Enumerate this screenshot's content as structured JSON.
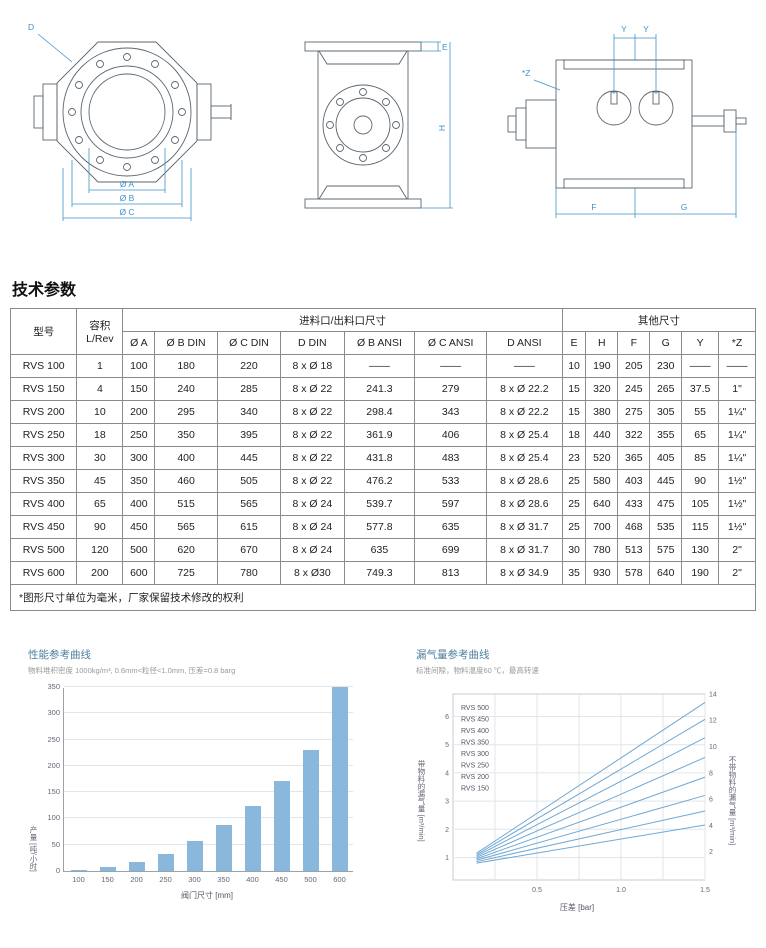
{
  "page": {
    "section_title": "技术参数",
    "table_note": "*图形尺寸单位为毫米，厂家保留技术修改的权利"
  },
  "drawings": {
    "front_view": {
      "label_d": "D",
      "dim_a": "Ø A",
      "dim_b": "Ø B",
      "dim_c": "Ø C"
    },
    "side_view": {
      "dim_e": "E",
      "dim_h": "H"
    },
    "drive_view": {
      "label_z": "*Z",
      "dim_y_left": "Y",
      "dim_y_right": "Y",
      "dim_f": "F",
      "dim_g": "G"
    }
  },
  "table": {
    "headers": {
      "model": "型号",
      "volume_l1": "容积",
      "volume_l2": "L/Rev",
      "group_inlet": "进料口/出料口尺寸",
      "group_other": "其他尺寸",
      "columns": [
        "Ø A",
        "Ø B DIN",
        "Ø C DIN",
        "D DIN",
        "Ø B ANSI",
        "Ø C ANSI",
        "D ANSI",
        "E",
        "H",
        "F",
        "G",
        "Y",
        "*Z"
      ]
    },
    "rows": [
      [
        "RVS 100",
        "1",
        "100",
        "180",
        "220",
        "8 x Ø 18",
        "——",
        "——",
        "——",
        "10",
        "190",
        "205",
        "230",
        "——",
        "——"
      ],
      [
        "RVS 150",
        "4",
        "150",
        "240",
        "285",
        "8 x Ø 22",
        "241.3",
        "279",
        "8 x Ø 22.2",
        "15",
        "320",
        "245",
        "265",
        "37.5",
        "1\""
      ],
      [
        "RVS 200",
        "10",
        "200",
        "295",
        "340",
        "8 x Ø 22",
        "298.4",
        "343",
        "8 x Ø 22.2",
        "15",
        "380",
        "275",
        "305",
        "55",
        "1¼\""
      ],
      [
        "RVS 250",
        "18",
        "250",
        "350",
        "395",
        "8 x Ø 22",
        "361.9",
        "406",
        "8 x Ø 25.4",
        "18",
        "440",
        "322",
        "355",
        "65",
        "1¼\""
      ],
      [
        "RVS 300",
        "30",
        "300",
        "400",
        "445",
        "8 x Ø 22",
        "431.8",
        "483",
        "8 x Ø 25.4",
        "23",
        "520",
        "365",
        "405",
        "85",
        "1¼\""
      ],
      [
        "RVS 350",
        "45",
        "350",
        "460",
        "505",
        "8 x Ø 22",
        "476.2",
        "533",
        "8 x Ø 28.6",
        "25",
        "580",
        "403",
        "445",
        "90",
        "1½\""
      ],
      [
        "RVS 400",
        "65",
        "400",
        "515",
        "565",
        "8 x Ø 24",
        "539.7",
        "597",
        "8 x Ø 28.6",
        "25",
        "640",
        "433",
        "475",
        "105",
        "1½\""
      ],
      [
        "RVS 450",
        "90",
        "450",
        "565",
        "615",
        "8 x Ø 24",
        "577.8",
        "635",
        "8 x Ø 31.7",
        "25",
        "700",
        "468",
        "535",
        "115",
        "1½\""
      ],
      [
        "RVS 500",
        "120",
        "500",
        "620",
        "670",
        "8 x Ø 24",
        "635",
        "699",
        "8 x Ø 31.7",
        "30",
        "780",
        "513",
        "575",
        "130",
        "2\""
      ],
      [
        "RVS 600",
        "200",
        "600",
        "725",
        "780",
        "8 x Ø30",
        "749.3",
        "813",
        "8 x Ø 34.9",
        "35",
        "930",
        "578",
        "640",
        "190",
        "2\""
      ]
    ]
  },
  "chart_data": [
    {
      "type": "bar",
      "title": "性能参考曲线",
      "subtitle": "物料堆积密度 1000kg/m³, 0.6mm<粒径<1.0mm, 压差=0.8 barg",
      "categories": [
        "100",
        "150",
        "200",
        "250",
        "300",
        "350",
        "400",
        "450",
        "500",
        "600"
      ],
      "values": [
        2,
        8,
        18,
        33,
        57,
        88,
        123,
        172,
        230,
        350
      ],
      "xlabel": "阀门尺寸 [mm]",
      "ylabel": "产量 [吨/小时]",
      "ylim": [
        0,
        350
      ],
      "ytick_step": 50,
      "grid": true,
      "bar_color": "#8ab8dc"
    },
    {
      "type": "line",
      "title": "漏气量参考曲线",
      "subtitle": "标准间隙，物料温度60 ℃，最高转速",
      "xlabel": "压差 [bar]",
      "ylabel_left": "带物料的漏气量 [m³/min]",
      "ylabel_right": "不带物料的漏气量 [m³/min]",
      "xlim": [
        0,
        1.5
      ],
      "xticks": [
        "0.5",
        "1.0",
        "1.5"
      ],
      "ylim_left": [
        0.2,
        6.8
      ],
      "yticks_left": [
        1,
        2,
        3,
        4,
        5,
        6
      ],
      "yticks_right": [
        2,
        4,
        6,
        8,
        10,
        12,
        14
      ],
      "grid": true,
      "legend_position": "top-left",
      "legend": [
        "RVS 500",
        "RVS 450",
        "RVS 400",
        "RVS 350",
        "RVS 300",
        "RVS 250",
        "RVS 200",
        "RVS 150"
      ],
      "series": [
        {
          "name": "RVS 500",
          "points": [
            [
              0.14,
              1.15
            ],
            [
              1.5,
              6.5
            ]
          ]
        },
        {
          "name": "RVS 450",
          "points": [
            [
              0.14,
              1.1
            ],
            [
              1.5,
              5.9
            ]
          ]
        },
        {
          "name": "RVS 400",
          "points": [
            [
              0.14,
              1.05
            ],
            [
              1.5,
              5.25
            ]
          ]
        },
        {
          "name": "RVS 350",
          "points": [
            [
              0.14,
              1.0
            ],
            [
              1.5,
              4.55
            ]
          ]
        },
        {
          "name": "RVS 300",
          "points": [
            [
              0.14,
              0.95
            ],
            [
              1.5,
              3.85
            ]
          ]
        },
        {
          "name": "RVS 250",
          "points": [
            [
              0.14,
              0.9
            ],
            [
              1.5,
              3.2
            ]
          ]
        },
        {
          "name": "RVS 200",
          "points": [
            [
              0.14,
              0.85
            ],
            [
              1.5,
              2.65
            ]
          ]
        },
        {
          "name": "RVS 150",
          "points": [
            [
              0.14,
              0.8
            ],
            [
              1.5,
              2.15
            ]
          ]
        }
      ],
      "line_color": "#6fa8d4"
    }
  ]
}
